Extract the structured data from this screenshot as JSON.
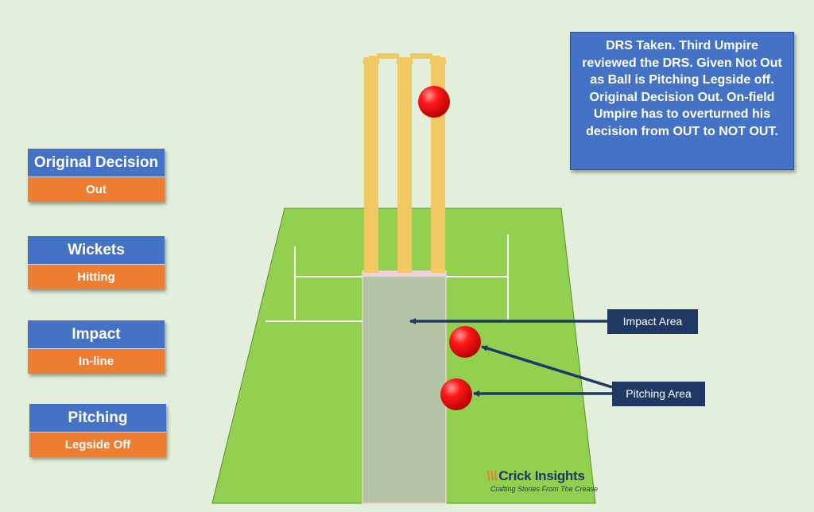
{
  "decisions": [
    {
      "title": "Original Decision",
      "value": "Out"
    },
    {
      "title": "Wickets",
      "value": "Hitting"
    },
    {
      "title": "Impact",
      "value": "In-line"
    },
    {
      "title": "Pitching",
      "value": "Legside Off"
    }
  ],
  "note": "DRS Taken. Third Umpire reviewed the DRS. Given Not Out as Ball is Pitching Legside off. Original Decision Out. On-field Umpire has to overturned his decision from OUT to NOT OUT.",
  "labels": {
    "impact_area": "Impact Area",
    "pitching_area": "Pitching Area"
  },
  "logo": {
    "mark": "\\\\\\",
    "name": "Crick Insights",
    "tagline": "Crafting Stories From The Crease"
  },
  "colors": {
    "background": "#e3efda",
    "pitch": "#92d050",
    "stumps": "#f2c862",
    "ball": "#ff0000",
    "header_blue": "#4472c4",
    "value_orange": "#ed7d31",
    "label_navy": "#1f3864"
  }
}
